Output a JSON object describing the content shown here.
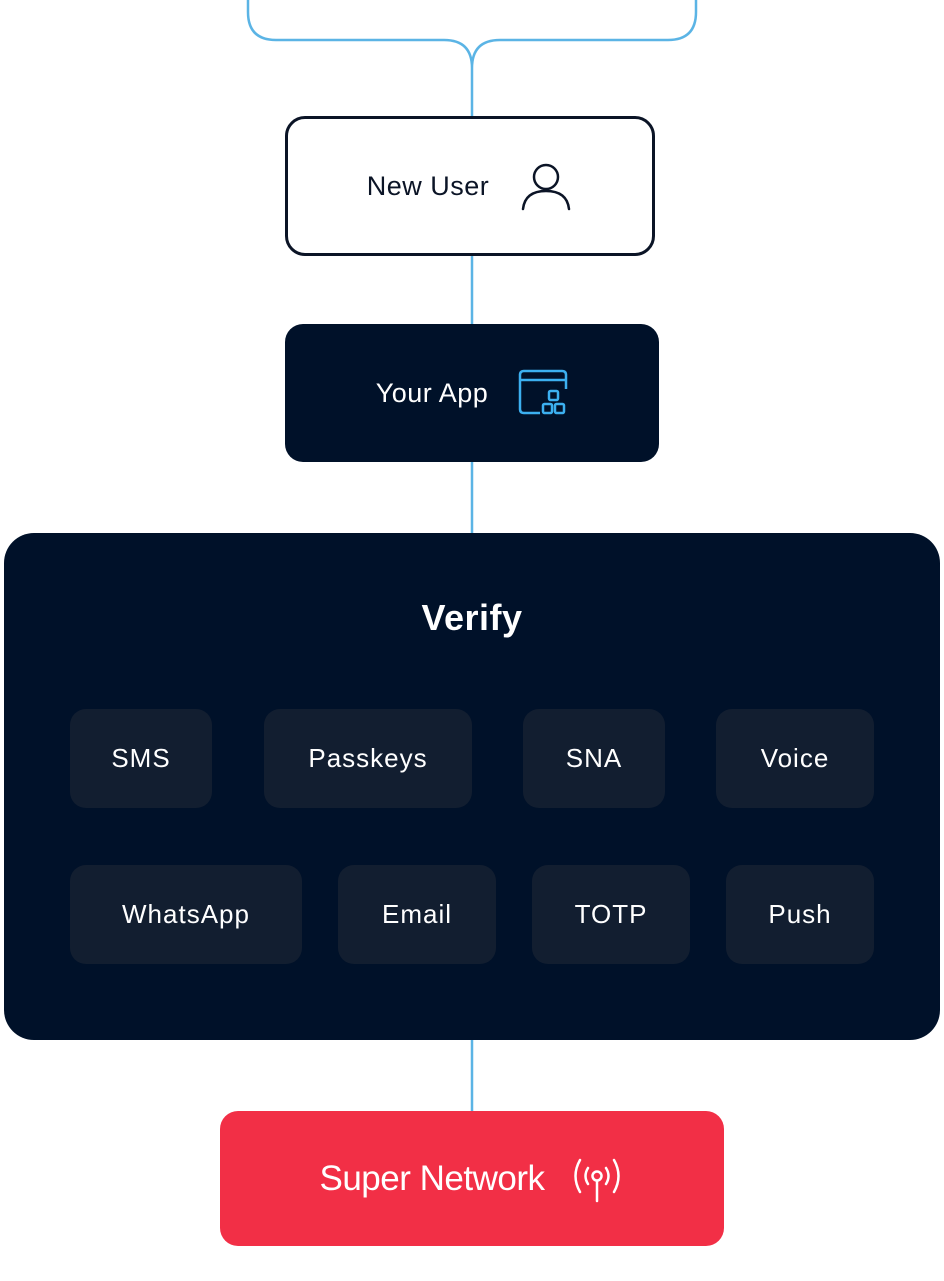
{
  "nodes": {
    "new_user": {
      "label": "New User",
      "icon": "user-icon"
    },
    "your_app": {
      "label": "Your App",
      "icon": "app-window-icon"
    },
    "verify": {
      "title": "Verify",
      "channels": [
        "SMS",
        "Passkeys",
        "SNA",
        "Voice",
        "WhatsApp",
        "Email",
        "TOTP",
        "Push"
      ]
    },
    "super_network": {
      "label": "Super Network",
      "icon": "broadcast-signal-icon"
    }
  },
  "colors": {
    "navy": "#001129",
    "chip": "#121e30",
    "connector": "#5bb4e5",
    "accent_blue": "#3cb0f0",
    "red": "#f22f46",
    "white": "#ffffff"
  }
}
